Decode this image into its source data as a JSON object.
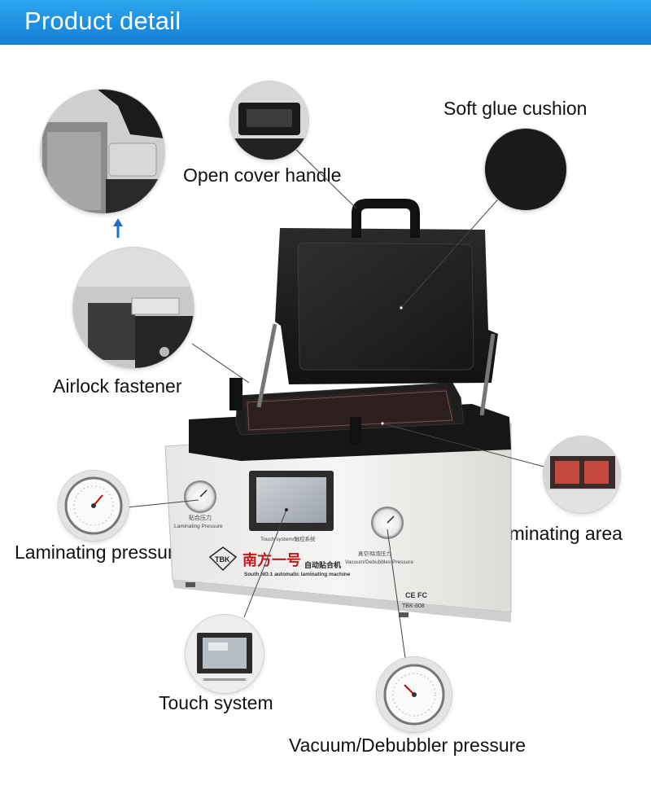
{
  "header": {
    "title": "Product detail"
  },
  "labels": {
    "soft_glue_cushion": "Soft glue cushion",
    "open_cover_handle": "Open cover handle",
    "airlock_fastener": "Airlock fastener",
    "laminating_pressure": "Laminating pressure",
    "laminating_area": "Laminating area",
    "touch_system": "Touch system",
    "vacuum_debubbler_pressure": "Vacuum/Debubbler pressure"
  },
  "machine": {
    "brand_logo": "TBK",
    "brand_cn": "南方一号",
    "subtitle_cn": "自动贴合机",
    "subtitle_en": "South NO.1 automatic laminating machine",
    "gauge_left_cn": "贴合压力",
    "gauge_left_en": "Laminating Pressure",
    "screen_caption": "Touch system/触控系统",
    "gauge_right_cn": "真空/除泡压力",
    "gauge_right_en": "Vacuum/Debubbles Pressure",
    "cert_marks": "CE FC",
    "model": "TBK-808"
  },
  "colors": {
    "header": "#1d8fe0",
    "leader_line": "#444444",
    "arrow": "#1a6fd0"
  },
  "icons": {
    "arrow": "arrow-up-icon"
  }
}
